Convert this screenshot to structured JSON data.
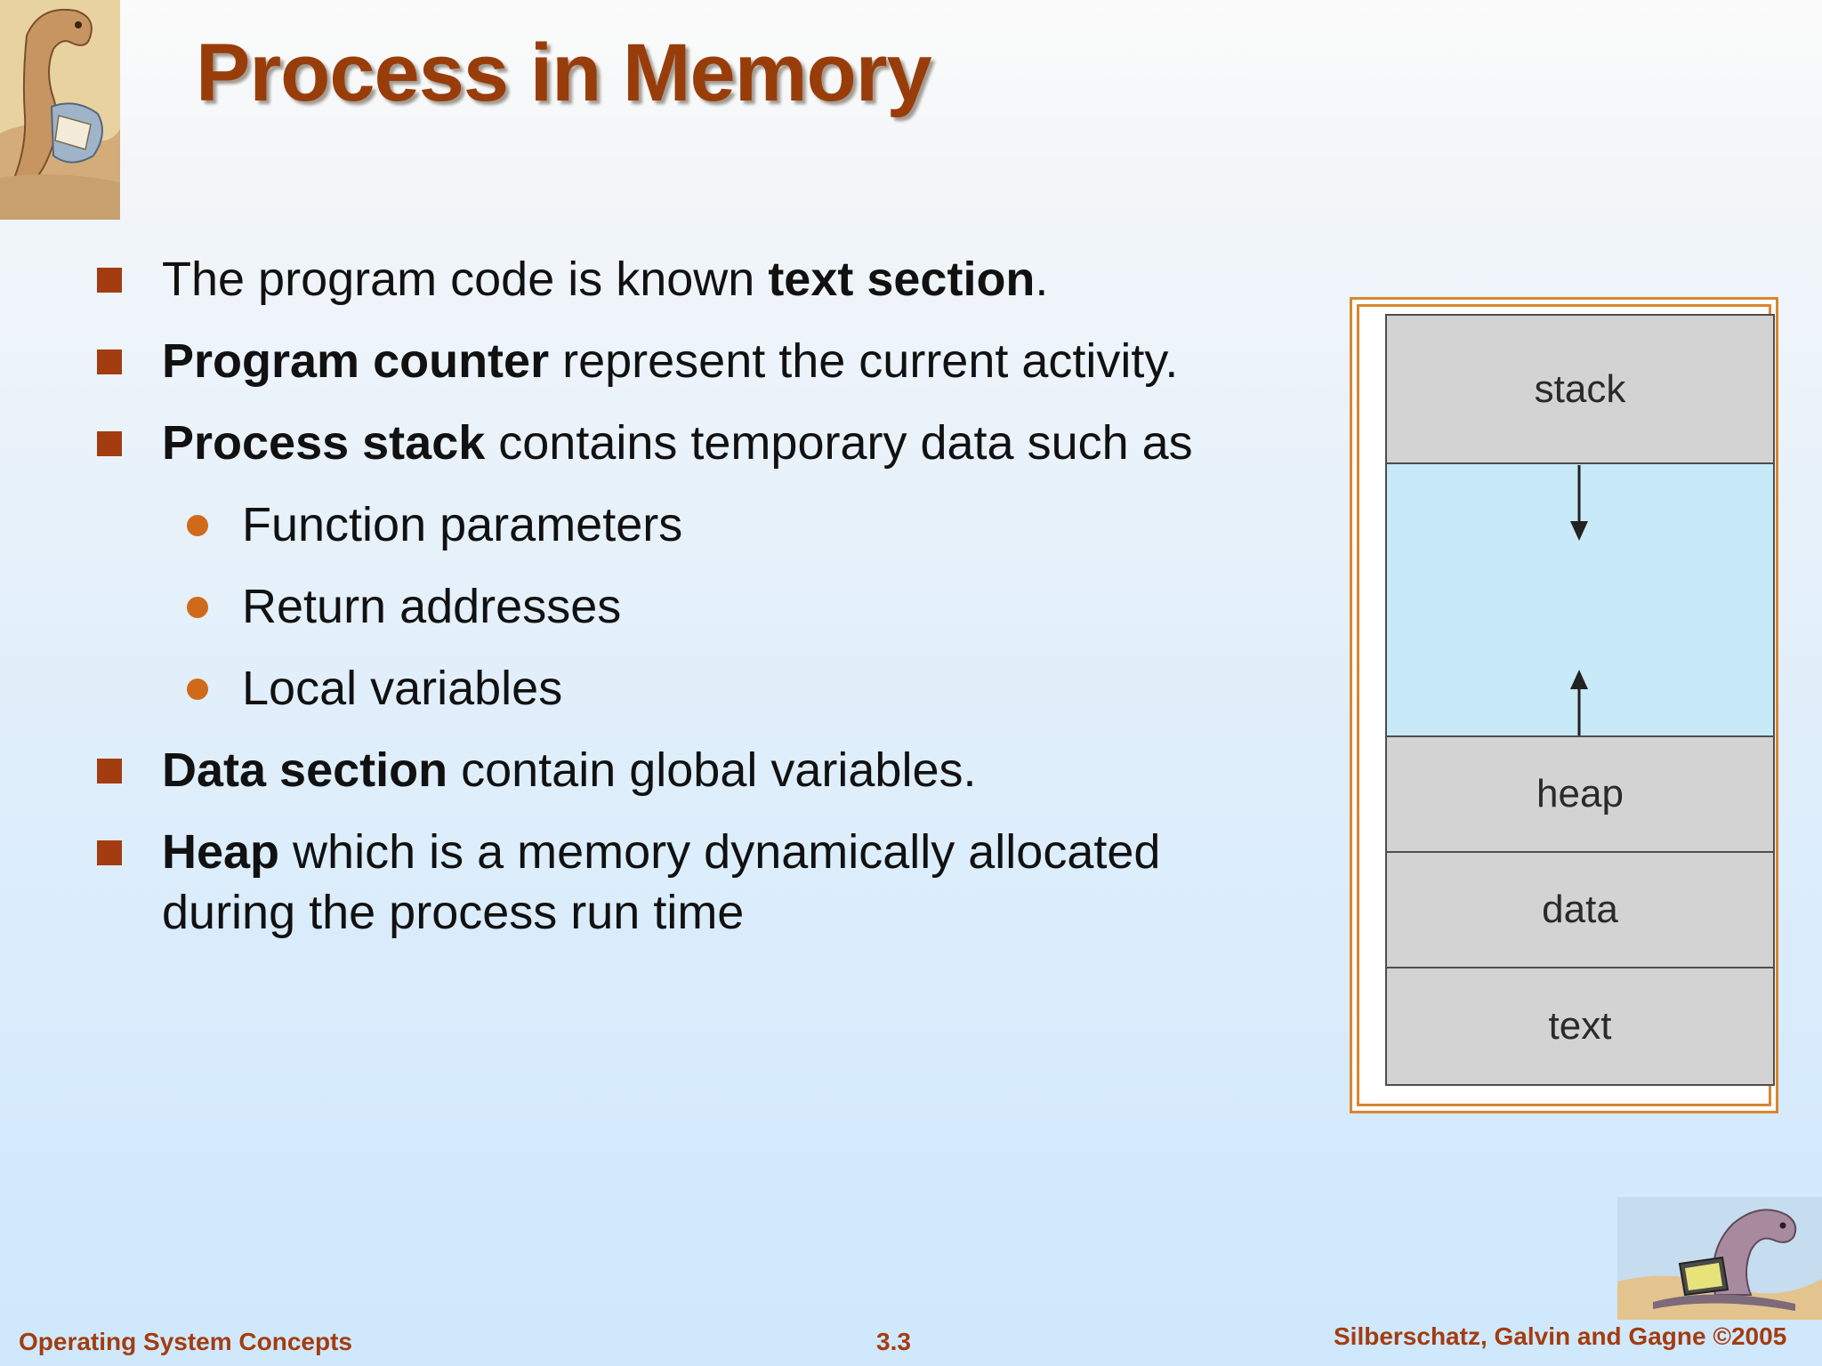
{
  "slide": {
    "title": "Process in Memory"
  },
  "bullets": [
    {
      "bold": "",
      "text": "The program code is known ",
      "bold_after": "text section",
      "tail": "."
    },
    {
      "bold": "Program counter",
      "text": " represent the current activity."
    },
    {
      "bold": "Process stack",
      "text": " contains temporary data such as"
    },
    {
      "bold": "Data section",
      "text": " contain global variables."
    },
    {
      "bold": "Heap",
      "text": " which is a memory dynamically allocated",
      "line2": "during the process run time"
    }
  ],
  "sub_bullets": [
    "Function parameters",
    "Return addresses",
    "Local variables"
  ],
  "diagram": {
    "segments": [
      "stack",
      "",
      "heap",
      "data",
      "text"
    ],
    "colors": {
      "segment": "#d3d3d3",
      "free_space": "#c8e9f7",
      "frame": "#d8862f"
    }
  },
  "footer": {
    "left": "Operating System Concepts",
    "center": "3.3",
    "right": "Silberschatz, Galvin and Gagne ©2005"
  },
  "colors": {
    "title": "#983d0a",
    "bullet_square": "#a33c10",
    "bullet_dot": "#d06a1a",
    "footer": "#a33c10"
  },
  "icons": [
    "dinosaur-reading-illustration",
    "dinosaur-laptop-illustration",
    "square-bullet-icon",
    "round-bullet-icon",
    "down-arrow-icon",
    "up-arrow-icon"
  ]
}
